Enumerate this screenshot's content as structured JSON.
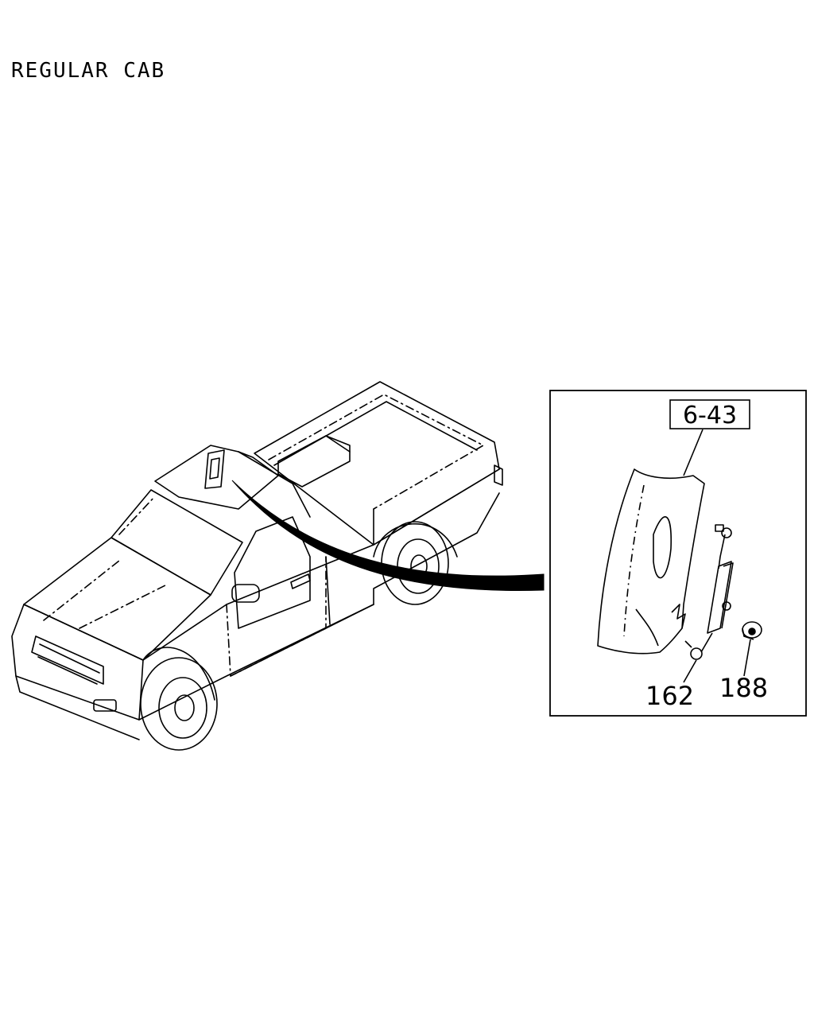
{
  "title": "REGULAR CAB",
  "reference": "6-43",
  "callouts": [
    {
      "id": "162",
      "label": "162"
    },
    {
      "id": "188",
      "label": "188"
    }
  ],
  "colors": {
    "line": "#000000",
    "background": "#ffffff"
  }
}
